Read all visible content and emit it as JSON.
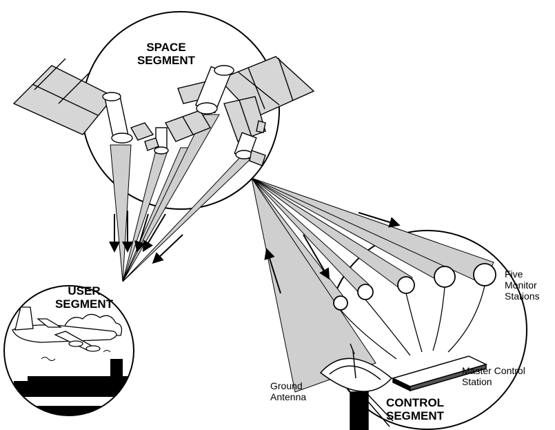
{
  "segments": {
    "space": {
      "line1": "SPACE",
      "line2": "SEGMENT"
    },
    "user": {
      "line1": "USER",
      "line2": "SEGMENT"
    },
    "control": {
      "line1": "CONTROL",
      "line2": "SEGMENT"
    }
  },
  "labels": {
    "monitor": {
      "line1": "Five",
      "line2": "Monitor",
      "line3": "Stations"
    },
    "master": {
      "line1": "Master Control",
      "line2": "Station"
    },
    "antenna": {
      "line1": "Ground",
      "line2": "Antenna"
    }
  },
  "colors": {
    "ink": "#000000",
    "beam": "#cfcfcf",
    "panel": "#d6d6d6",
    "paper": "#ffffff"
  }
}
